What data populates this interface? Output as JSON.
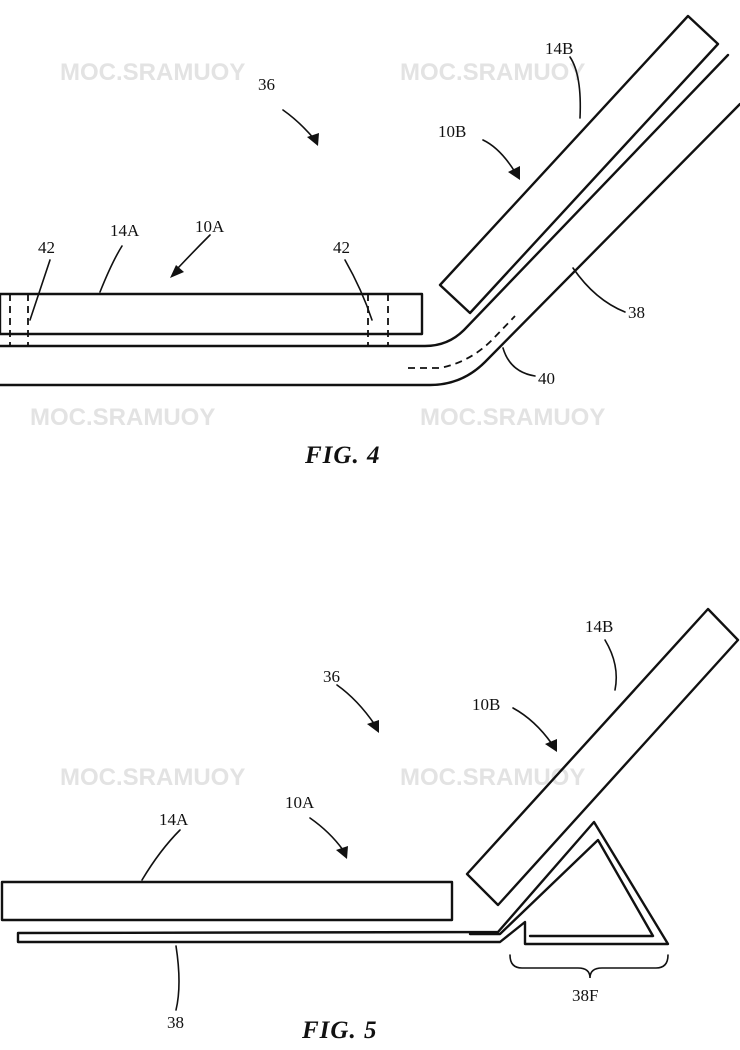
{
  "watermark": "MOC.SRAMUOY",
  "figure4": {
    "title": "FIG. 4",
    "labels": {
      "assembly": "36",
      "device_a": "10A",
      "display_a": "14A",
      "device_b": "10B",
      "display_b": "14B",
      "magnet_left": "42",
      "magnet_right": "42",
      "cover": "38",
      "hinge": "40"
    }
  },
  "figure5": {
    "title": "FIG. 5",
    "labels": {
      "assembly": "36",
      "device_a": "10A",
      "display_a": "14A",
      "device_b": "10B",
      "display_b": "14B",
      "cover": "38",
      "fold_stand": "38F"
    }
  }
}
